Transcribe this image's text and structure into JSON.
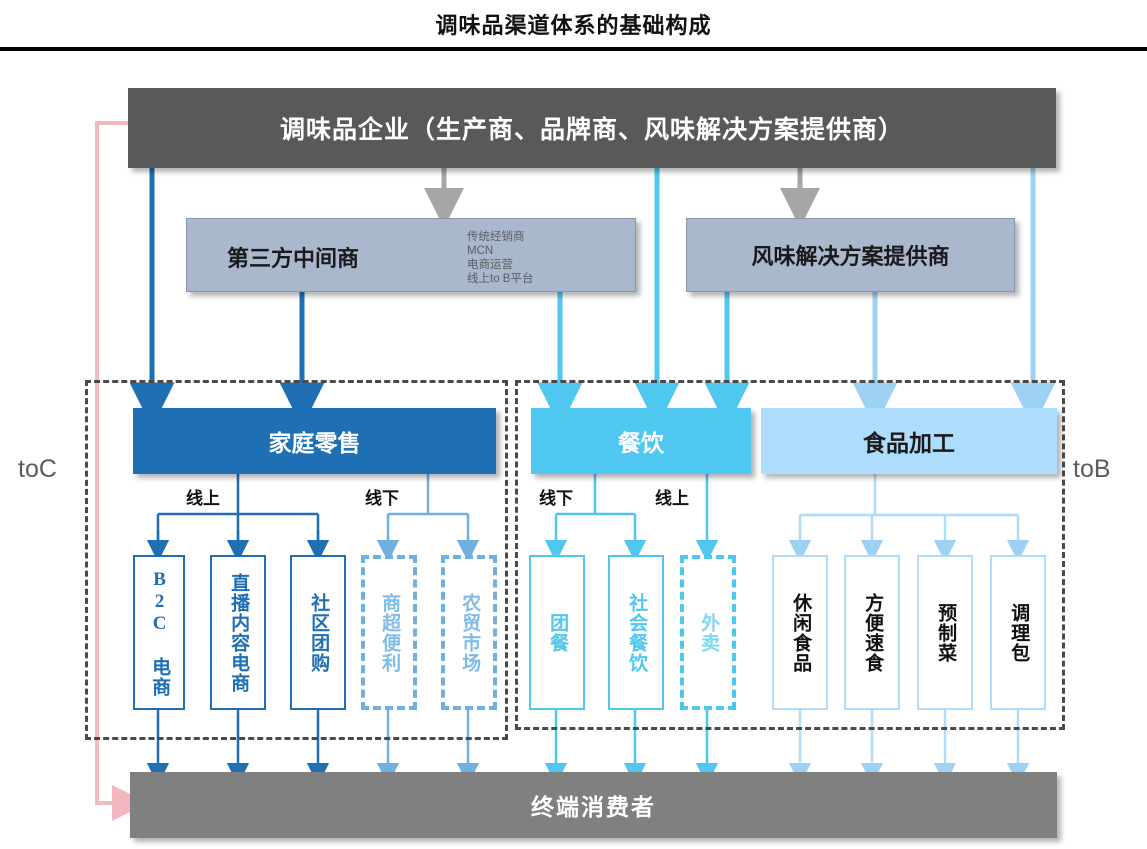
{
  "title": "调味品渠道体系的基础构成",
  "top": {
    "label": "调味品企业（生产商、品牌商、风味解决方案提供商）"
  },
  "middle": {
    "third_party": {
      "label": "第三方中间商",
      "sub": "传统经销商\nMCN\n电商运营\n线上to B平台"
    },
    "flavor_provider": {
      "label": "风味解决方案提供商"
    }
  },
  "regions": {
    "toc": "toC",
    "tob": "toB"
  },
  "categories": [
    {
      "id": "home-retail",
      "label": "家庭零售",
      "color": "#1F6FB5"
    },
    {
      "id": "catering",
      "label": "餐饮",
      "color": "#4FC7F0"
    },
    {
      "id": "food-proc",
      "label": "食品加工",
      "color": "#AEDCFC"
    }
  ],
  "channel_labels": {
    "retail_online": "线上",
    "retail_offline": "线下",
    "catering_offline": "线下",
    "catering_online": "线上"
  },
  "leaves": {
    "home_retail_online": [
      {
        "label": "B2C 电商",
        "style": "solid-dark"
      },
      {
        "label": "直播内容电商",
        "style": "solid-dark"
      },
      {
        "label": "社区团购",
        "style": "solid-dark"
      }
    ],
    "home_retail_offline": [
      {
        "label": "商超便利",
        "style": "dash-dark"
      },
      {
        "label": "农贸市场",
        "style": "dash-dark"
      }
    ],
    "catering_offline": [
      {
        "label": "团餐",
        "style": "solid-cyan"
      },
      {
        "label": "社会餐饮",
        "style": "solid-cyan"
      }
    ],
    "catering_online": [
      {
        "label": "外卖",
        "style": "dash-cyan"
      }
    ],
    "food_processing": [
      {
        "label": "休闲食品",
        "style": "solid-lite"
      },
      {
        "label": "方便速食",
        "style": "solid-lite"
      },
      {
        "label": "预制菜",
        "style": "solid-lite"
      },
      {
        "label": "调理包",
        "style": "solid-lite"
      }
    ]
  },
  "footer": {
    "label": "终端消费者"
  },
  "colors": {
    "header_gray": "#595959",
    "mid_gray_blue": "#A9B8CC",
    "dark_blue": "#1F6FB5",
    "cyan": "#4FC7F0",
    "light_blue": "#AEDCFC",
    "footer_gray": "#808080",
    "pink_arrow": "#F2B8C0",
    "gray_arrow": "#A6A6A6"
  }
}
